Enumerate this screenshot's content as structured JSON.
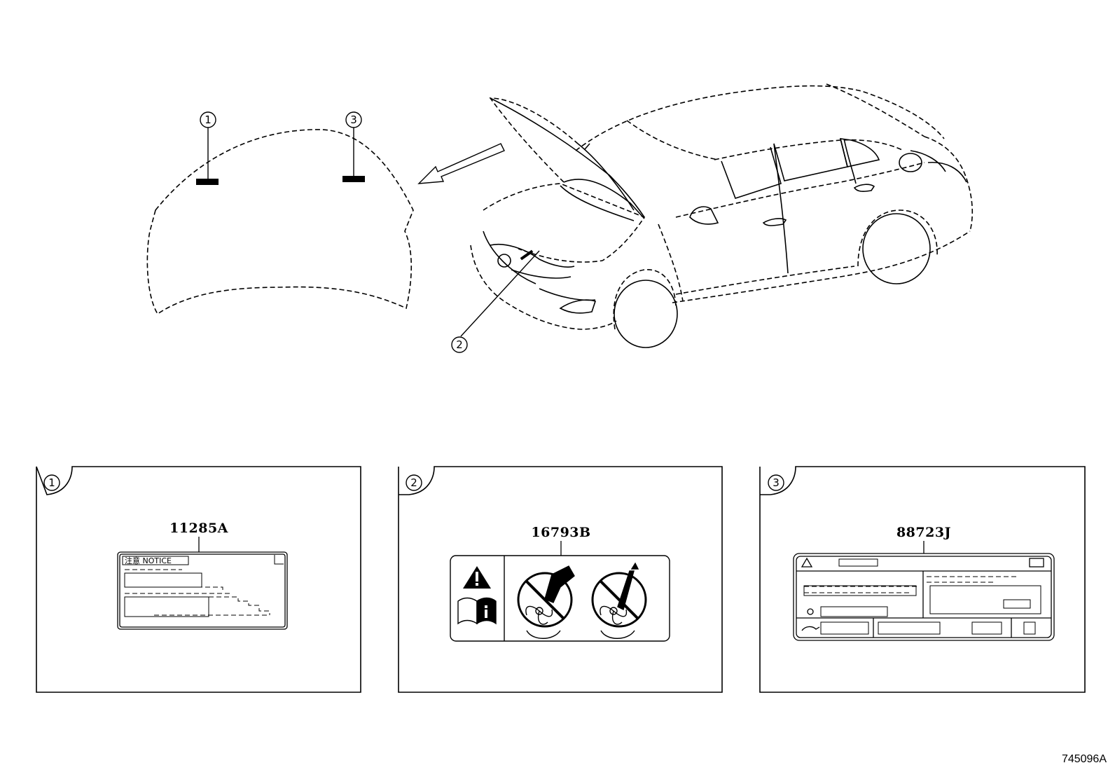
{
  "callouts": {
    "c1": "1",
    "c2": "2",
    "c3": "3"
  },
  "panels": [
    {
      "index": "1",
      "part_number": "11285A",
      "label_heading": "注意  NOTICE"
    },
    {
      "index": "2",
      "part_number": "16793B"
    },
    {
      "index": "3",
      "part_number": "88723J"
    }
  ],
  "document_id": "745096A",
  "colors": {
    "line": "#000000",
    "background": "#ffffff"
  }
}
